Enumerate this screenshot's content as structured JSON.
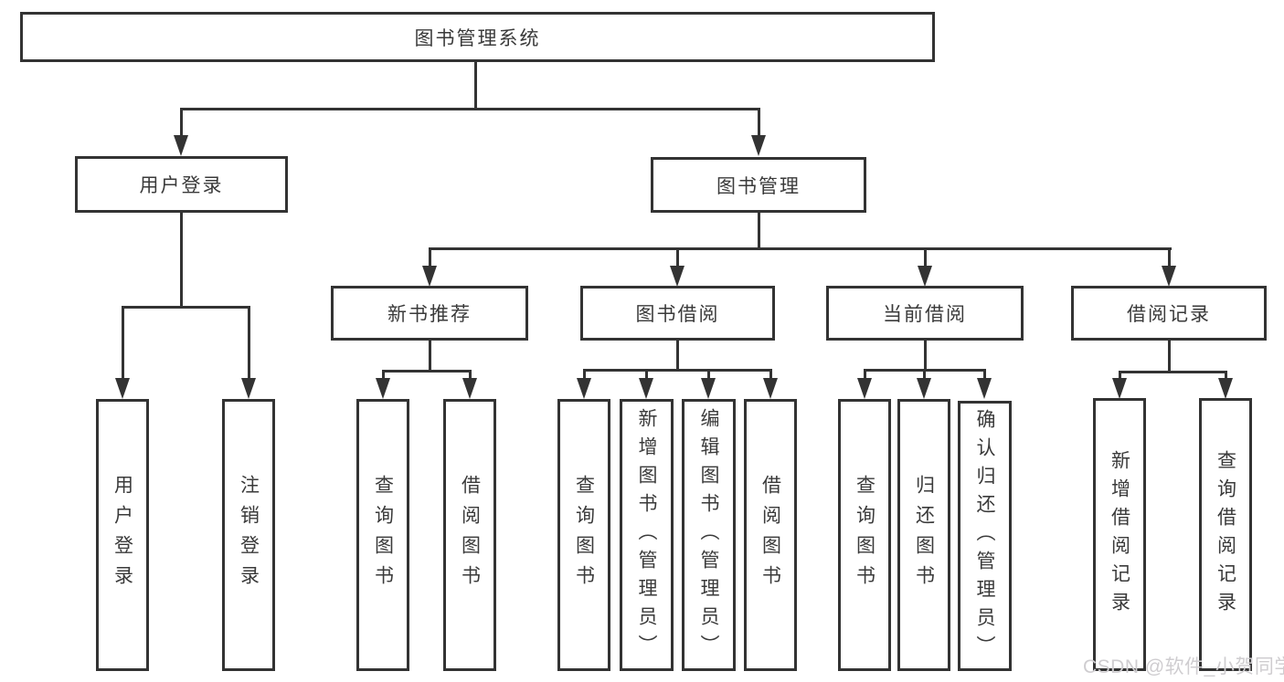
{
  "tree": {
    "root": "图书管理系统",
    "branches": [
      {
        "label": "用户登录",
        "leaves": [
          "用户登录",
          "注销登录"
        ]
      },
      {
        "label": "图书管理",
        "children": [
          {
            "label": "新书推荐",
            "leaves": [
              "查询图书",
              "借阅图书"
            ]
          },
          {
            "label": "图书借阅",
            "leaves": [
              "查询图书",
              "新增图书（管理员）",
              "编辑图书（管理员）",
              "借阅图书"
            ]
          },
          {
            "label": "当前借阅",
            "leaves": [
              "查询图书",
              "归还图书",
              "确认归还（管理员）"
            ]
          },
          {
            "label": "借阅记录",
            "leaves": [
              "新增借阅记录",
              "查询借阅记录"
            ]
          }
        ]
      }
    ]
  },
  "watermark": "CSDN @软件_小贺同学",
  "colors": {
    "line": "#333333",
    "box_fill": "#ffffff",
    "text": "#3a3a3a",
    "watermark": "#cfcdd0",
    "background": "#ffffff"
  }
}
